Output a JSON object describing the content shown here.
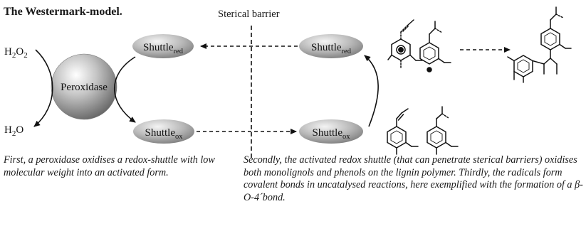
{
  "title": "The Westermark-model.",
  "barrier_label": "Sterical barrier",
  "enzyme": "Peroxidase",
  "h2o2": {
    "main": "H",
    "sub1": "2",
    "mid": "O",
    "sub2": "2"
  },
  "h2o": {
    "main": "H",
    "sub1": "2",
    "mid": "O"
  },
  "shuttle": {
    "base": "Shuttle",
    "red_sub": "red",
    "ox_sub": "ox"
  },
  "captions": {
    "left": "First, a peroxidase oxidises a redox-shuttle with low molecular weight into an activated form.",
    "right_1": "Secondly, the activated redox shuttle (that can penetrate sterical barriers) oxidises both monolignols and phenols on the lignin polymer. Thirdly, the radicals form covalent bonds in uncatalysed reactions, here exemplified with the formation of a ",
    "right_beta": "β-O-4´bond."
  }
}
